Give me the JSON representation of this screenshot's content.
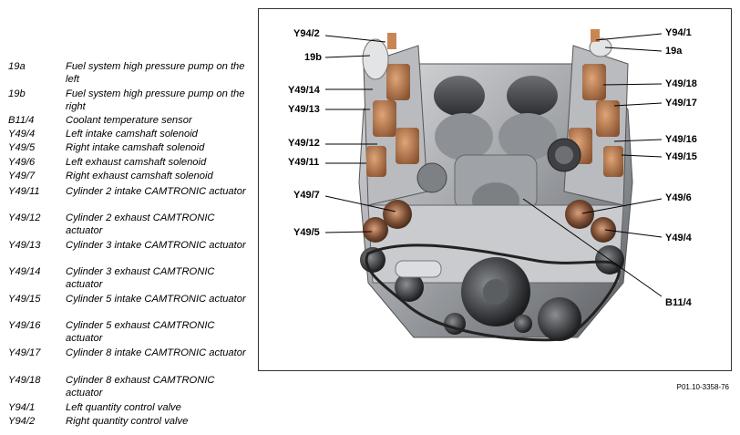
{
  "legend": [
    {
      "code": "19a",
      "desc": "Fuel system high pressure pump on the left"
    },
    {
      "code": "19b",
      "desc": "Fuel system high pressure pump on the right"
    },
    {
      "code": "B11/4",
      "desc": "Coolant temperature sensor"
    },
    {
      "code": "Y49/4",
      "desc": "Left intake camshaft solenoid"
    },
    {
      "code": "Y49/5",
      "desc": "Right intake camshaft solenoid"
    },
    {
      "code": "Y49/6",
      "desc": "Left exhaust camshaft solenoid"
    },
    {
      "code": "Y49/7",
      "desc": "Right exhaust camshaft solenoid"
    },
    {
      "code": "Y49/11",
      "desc": "Cylinder 2 intake CAMTRONIC actuator"
    },
    {
      "code": "Y49/12",
      "desc": "Cylinder 2 exhaust CAMTRONIC actuator"
    },
    {
      "code": "Y49/13",
      "desc": "Cylinder 3 intake CAMTRONIC actuator"
    },
    {
      "code": "Y49/14",
      "desc": "Cylinder 3 exhaust CAMTRONIC actuator"
    },
    {
      "code": "Y49/15",
      "desc": "Cylinder 5 intake CAMTRONIC actuator"
    },
    {
      "code": "Y49/16",
      "desc": "Cylinder 5 exhaust CAMTRONIC actuator"
    },
    {
      "code": "Y49/17",
      "desc": "Cylinder 8 intake CAMTRONIC actuator"
    },
    {
      "code": "Y49/18",
      "desc": "Cylinder 8 exhaust CAMTRONIC actuator"
    },
    {
      "code": "Y94/1",
      "desc": "Left quantity control valve"
    },
    {
      "code": "Y94/2",
      "desc": "Right quantity control valve"
    }
  ],
  "callouts": {
    "y94_2": "Y94/2",
    "b19": "19b",
    "y49_14": "Y49/14",
    "y49_13": "Y49/13",
    "y49_12": "Y49/12",
    "y49_11": "Y49/11",
    "y49_7": "Y49/7",
    "y49_5": "Y49/5",
    "y94_1": "Y94/1",
    "a19": "19a",
    "y49_18": "Y49/18",
    "y49_17": "Y49/17",
    "y49_16": "Y49/16",
    "y49_15": "Y49/15",
    "y49_6": "Y49/6",
    "y49_4": "Y49/4",
    "b11_4": "B11/4"
  },
  "caption": "P01.10-3358-76"
}
